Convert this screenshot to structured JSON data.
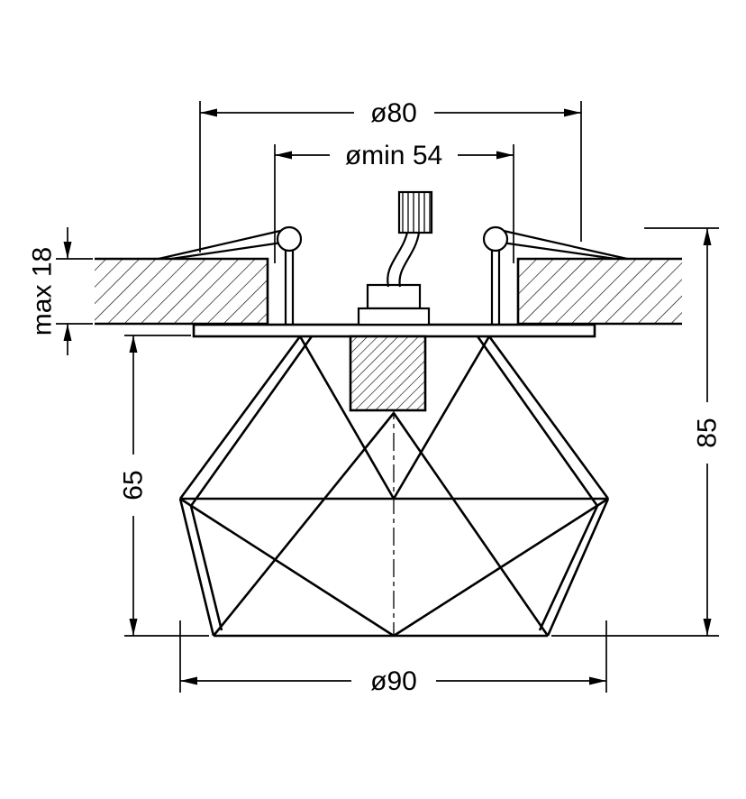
{
  "drawing": {
    "labels": {
      "top_diameter": "ø80",
      "inner_diameter": "ømin 54",
      "ceiling_thickness": "max 18",
      "cage_height": "65",
      "total_height": "85",
      "bottom_diameter": "ø90"
    }
  },
  "colors": {
    "line": "#000000",
    "background": "#ffffff"
  }
}
